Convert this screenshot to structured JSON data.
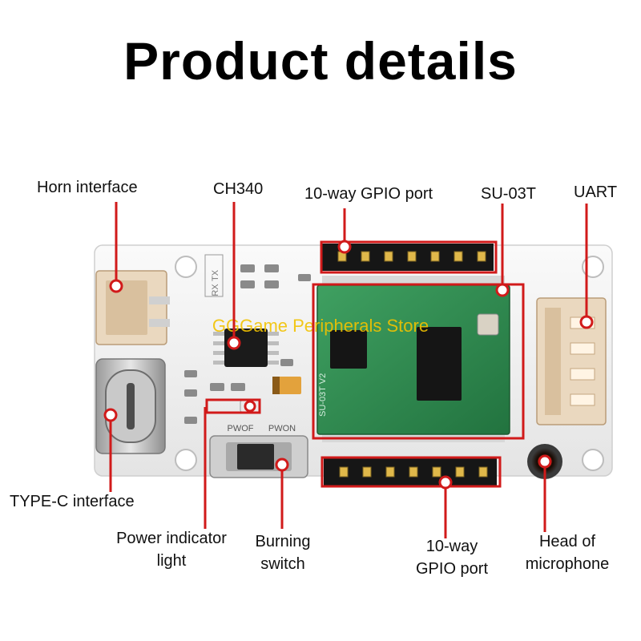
{
  "title": "Product details",
  "watermark": "GGGame Peripherals Store",
  "board_marks": {
    "rx": "RX",
    "tx": "TX",
    "pwof": "PWOF",
    "pwon": "PWON",
    "module_text": "SU-03T V2"
  },
  "labels": {
    "horn_interface": "Horn interface",
    "ch340": "CH340",
    "gpio_top": "10-way GPIO port",
    "su03t": "SU-03T",
    "uart": "UART",
    "typec": "TYPE-C interface",
    "power_indicator_1": "Power indicator",
    "power_indicator_2": "light",
    "burning_switch_1": "Burning",
    "burning_switch_2": "switch",
    "gpio_bottom_1": "10-way",
    "gpio_bottom_2": "GPIO port",
    "microphone_1": "Head of",
    "microphone_2": "microphone"
  },
  "colors": {
    "accent_red": "#d11a1a",
    "pcb_white": "#f2f2f2",
    "module_green": "#2f8a4f",
    "watermark": "#f2c200"
  }
}
